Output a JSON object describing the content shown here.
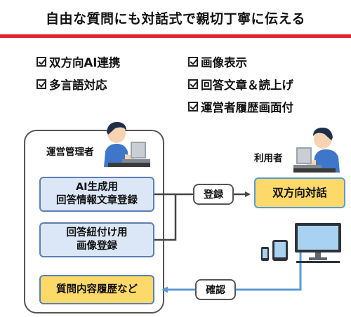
{
  "title": "自由な質問にも対話式で親切丁寧に伝える",
  "features": {
    "f1": "双方向AI連携",
    "f2": "多言語対応",
    "f3": "画像表示",
    "f4": "回答文章＆読上げ",
    "f5": "運営者履歴画面付"
  },
  "admin": {
    "label": "運営管理者",
    "box_ai": "AI生成用\n回答情報文章登録",
    "box_img": "回答紐付け用\n画像登録",
    "box_history": "質問内容履歴など"
  },
  "user": {
    "label": "利用者",
    "dialog": "双方向対話"
  },
  "arrows": {
    "register": "登録",
    "confirm": "確認"
  },
  "colors": {
    "accent_red": "#e0262c",
    "box_blue": "#dbe6f6",
    "box_yellow": "#fdd96a",
    "line_blue": "#5b9bd5"
  },
  "icons": [
    "checkbox-icon",
    "person-at-laptop-icon",
    "monitor-icon",
    "tablet-icon",
    "smartphone-icon"
  ]
}
